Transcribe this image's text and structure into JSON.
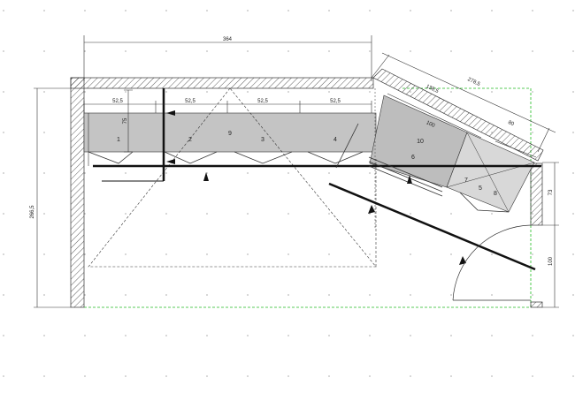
{
  "drawing": {
    "dimensions": {
      "top_length": "364",
      "segment_1": "52,5",
      "segment_2": "52,5",
      "segment_3": "52,5",
      "segment_4": "52,5",
      "counter_depth": "75",
      "left_height": "266,5",
      "angled_total": "278,5",
      "angled_part": "138,5",
      "angled_unit": "100",
      "angled_corner": "80",
      "right_upper": "73",
      "right_door": "100"
    },
    "item_numbers": {
      "n1": "1",
      "n2": "2",
      "n3": "3",
      "n4": "4",
      "n5": "5",
      "n6": "6",
      "n7": "7",
      "n8": "8",
      "n9": "9",
      "n10": "10"
    },
    "colors": {
      "counter": "#c4c4c4",
      "corner_unit": "#d8d8d8",
      "boundary": "#22bb22"
    }
  }
}
